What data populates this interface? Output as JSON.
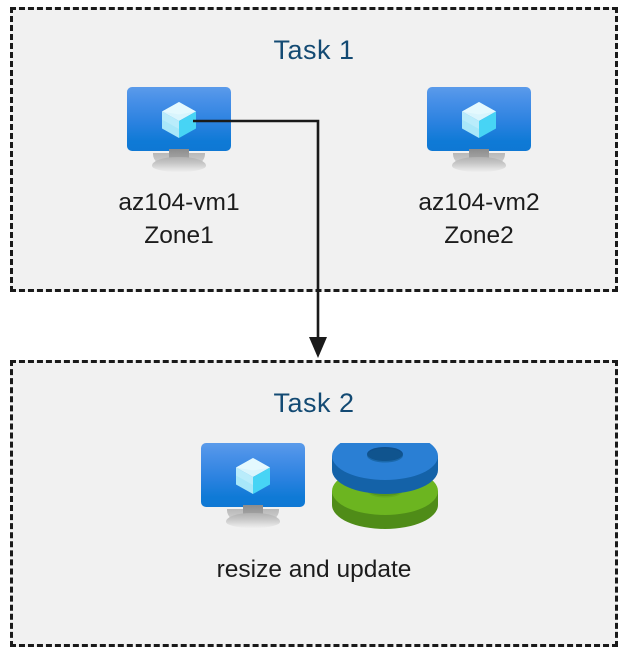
{
  "diagram": {
    "title": "Azure VM tasks diagram",
    "background_color": "#ffffff",
    "box_fill_color": "#f1f1f1",
    "box_border_color": "#1a1a1a",
    "title_color": "#134a73",
    "label_color": "#1c1c1c",
    "connector_color": "#1a1a1a"
  },
  "task1": {
    "title": "Task 1",
    "nodes": [
      {
        "icon": "azure-virtual-machine-icon",
        "name": "az104-vm1",
        "zone": "Zone1"
      },
      {
        "icon": "azure-virtual-machine-icon",
        "name": "az104-vm2",
        "zone": "Zone2"
      }
    ]
  },
  "task2": {
    "title": "Task 2",
    "icons": [
      "azure-virtual-machine-icon",
      "azure-managed-disks-icon"
    ],
    "caption": "resize and update"
  },
  "connector": {
    "from": "az104-vm1",
    "to": "Task 2",
    "arrow_head": "down-arrow"
  },
  "icon_colors": {
    "vm_screen_top": "#5b9bea",
    "vm_screen_bottom": "#0f78d4",
    "vm_cube_light": "#d5f4fd",
    "vm_cube_mid": "#9fe5fa",
    "vm_cube_bright": "#3ed2f5",
    "vm_stand": "#c9c9c9",
    "disk_blue": "#2a7fd4",
    "disk_blue_dark": "#1462a8",
    "disk_green": "#6bb521",
    "disk_green_dark": "#4f8c18"
  }
}
